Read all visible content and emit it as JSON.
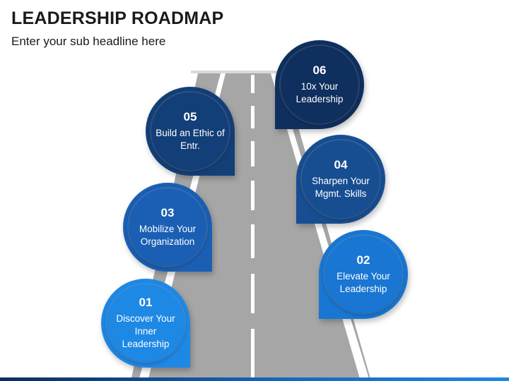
{
  "header": {
    "title": "LEADERSHIP ROADMAP",
    "subtitle": "Enter your sub headline here"
  },
  "steps": [
    {
      "number": "01",
      "label": "Discover Your Inner Leadership",
      "color": "#1e88e5"
    },
    {
      "number": "02",
      "label": "Elevate Your Leadership",
      "color": "#1976d2"
    },
    {
      "number": "03",
      "label": "Mobilize Your Organization",
      "color": "#1a5fb4"
    },
    {
      "number": "04",
      "label": "Sharpen Your Mgmt. Skills",
      "color": "#174e92"
    },
    {
      "number": "05",
      "label": "Build an Ethic of Entr.",
      "color": "#133f78"
    },
    {
      "number": "06",
      "label": "10x Your Leadership",
      "color": "#0f2f5e"
    }
  ],
  "road": {
    "asphalt_color": "#a6a6a6",
    "line_color": "#ffffff"
  }
}
